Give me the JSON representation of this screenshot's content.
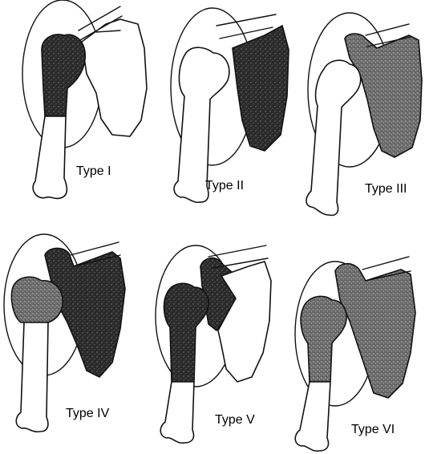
{
  "figure": {
    "colors": {
      "ink": "#111111",
      "stipple_dark": "#2a2a2a",
      "stipple_mid": "#6a6a6a",
      "background": "#ffffff"
    },
    "panels": [
      {
        "id": "type-1",
        "label": "Type I"
      },
      {
        "id": "type-2",
        "label": "Type II"
      },
      {
        "id": "type-3",
        "label": "Type III"
      },
      {
        "id": "type-4",
        "label": "Type IV"
      },
      {
        "id": "type-5",
        "label": "Type V"
      },
      {
        "id": "type-6",
        "label": "Type VI"
      }
    ]
  }
}
